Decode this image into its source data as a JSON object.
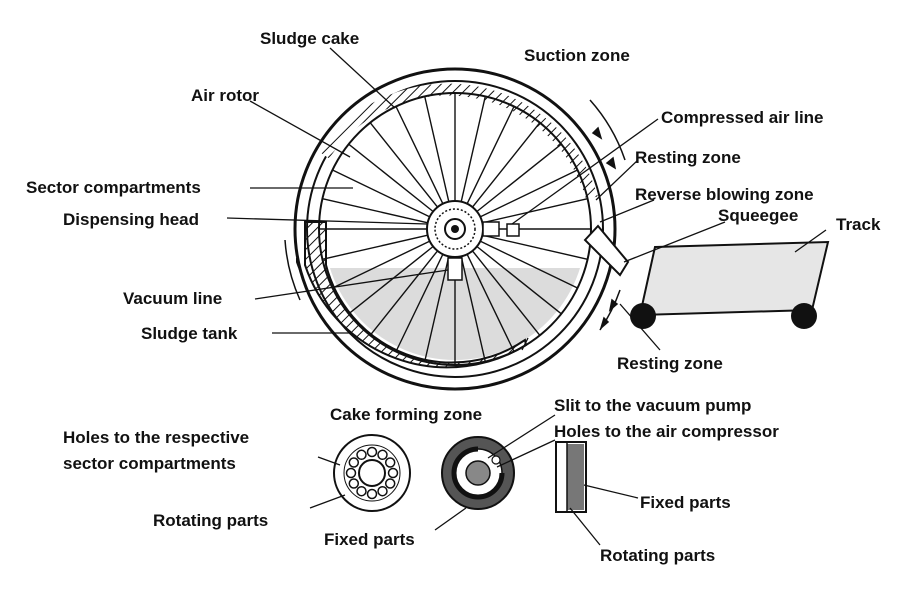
{
  "labels": {
    "sludge_cake": "Sludge cake",
    "suction_zone": "Suction zone",
    "air_rotor": "Air rotor",
    "compressed_air_line": "Compressed air line",
    "resting_zone_top": "Resting zone",
    "sector_compartments": "Sector compartments",
    "reverse_blowing_zone": "Reverse blowing zone",
    "dispensing_head": "Dispensing head",
    "squeegee": "Squeegee",
    "track": "Track",
    "vacuum_line": "Vacuum line",
    "sludge_tank": "Sludge tank",
    "resting_zone_bottom": "Resting zone",
    "cake_forming_zone": "Cake forming zone",
    "slit_to_vacuum_pump": "Slit to the vacuum pump",
    "holes_to_air_compressor": "Holes to the air compressor",
    "holes_to_sectors_line1": "Holes to the respective",
    "holes_to_sectors_line2": "sector compartments",
    "rotating_parts_left": "Rotating parts",
    "fixed_parts_middle": "Fixed parts",
    "fixed_parts_right": "Fixed parts",
    "rotating_parts_right": "Rotating parts"
  },
  "colors": {
    "ink": "#111111",
    "sludge_fill": "#dcdcdc",
    "track_fill": "#e6e6e6",
    "fixed_ring": "#555555",
    "background": "#ffffff"
  }
}
